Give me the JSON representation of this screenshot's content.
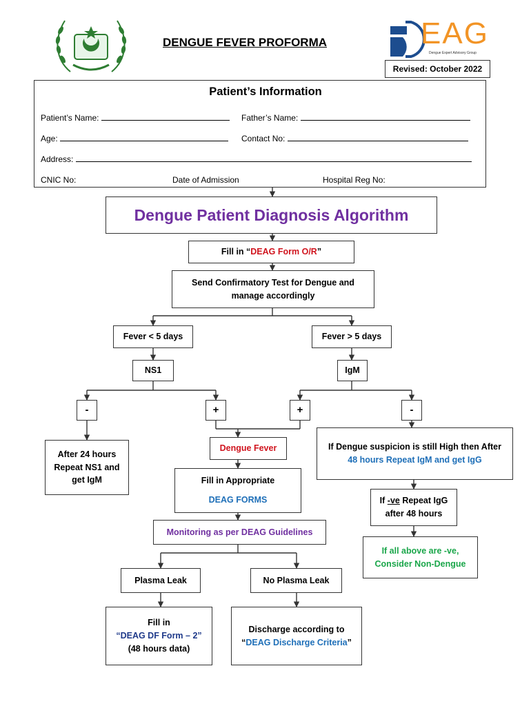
{
  "header": {
    "title": "DENGUE FEVER PROFORMA",
    "revised": "Revised: October 2022",
    "deag_logo_text": "EAG",
    "deag_logo_subtitle": "Dengue Expert Advisory Group"
  },
  "patient_info": {
    "heading": "Patient’s Information",
    "patient_name_label": "Patient’s Name:",
    "father_name_label": "Father’s Name:",
    "age_label": "Age:",
    "contact_label": "Contact No:",
    "address_label": "Address:",
    "cnic_label": "CNIC No:",
    "admission_label": "Date of Admission",
    "hospital_reg_label": "Hospital Reg No:"
  },
  "flow": {
    "title": "Dengue Patient Diagnosis Algorithm",
    "fill_in_prefix": "Fill in “",
    "fill_in_form": "DEAG Form O/R",
    "fill_in_suffix": "”",
    "confirmatory_line1": "Send Confirmatory Test for Dengue and",
    "confirmatory_line2": "manage accordingly",
    "fever_lt": "Fever < 5 days",
    "fever_gt": "Fever > 5 days",
    "ns1": "NS1",
    "igm": "IgM",
    "minus": "-",
    "plus": "+",
    "after24_line1": "After 24 hours",
    "after24_line2": "Repeat NS1 and",
    "after24_line3": "get IgM",
    "dengue_fever": "Dengue Fever",
    "fill_appropriate": "Fill in Appropriate",
    "deag_forms": "DEAG FORMS",
    "monitoring": "Monitoring as per DEAG Guidelines",
    "plasma_leak": "Plasma Leak",
    "no_plasma_leak": "No Plasma Leak",
    "df2_line1": "Fill in",
    "df2_line2": "“DEAG DF Form – 2”",
    "df2_line3": "(48 hours data)",
    "discharge_line1": "Discharge according to",
    "discharge_open": "“",
    "discharge_criteria": "DEAG Discharge Criteria",
    "discharge_close": "”",
    "suspicion_line1": "If Dengue suspicion is still High then After",
    "suspicion_line2": "48 hours Repeat IgM and get IgG",
    "ve_prefix": "If ",
    "ve_word": "-ve",
    "ve_suffix": " Repeat IgG",
    "ve_line2": "after 48 hours",
    "non_dengue_line1": "If all above are -ve,",
    "non_dengue_line2": "Consider Non-Dengue"
  }
}
